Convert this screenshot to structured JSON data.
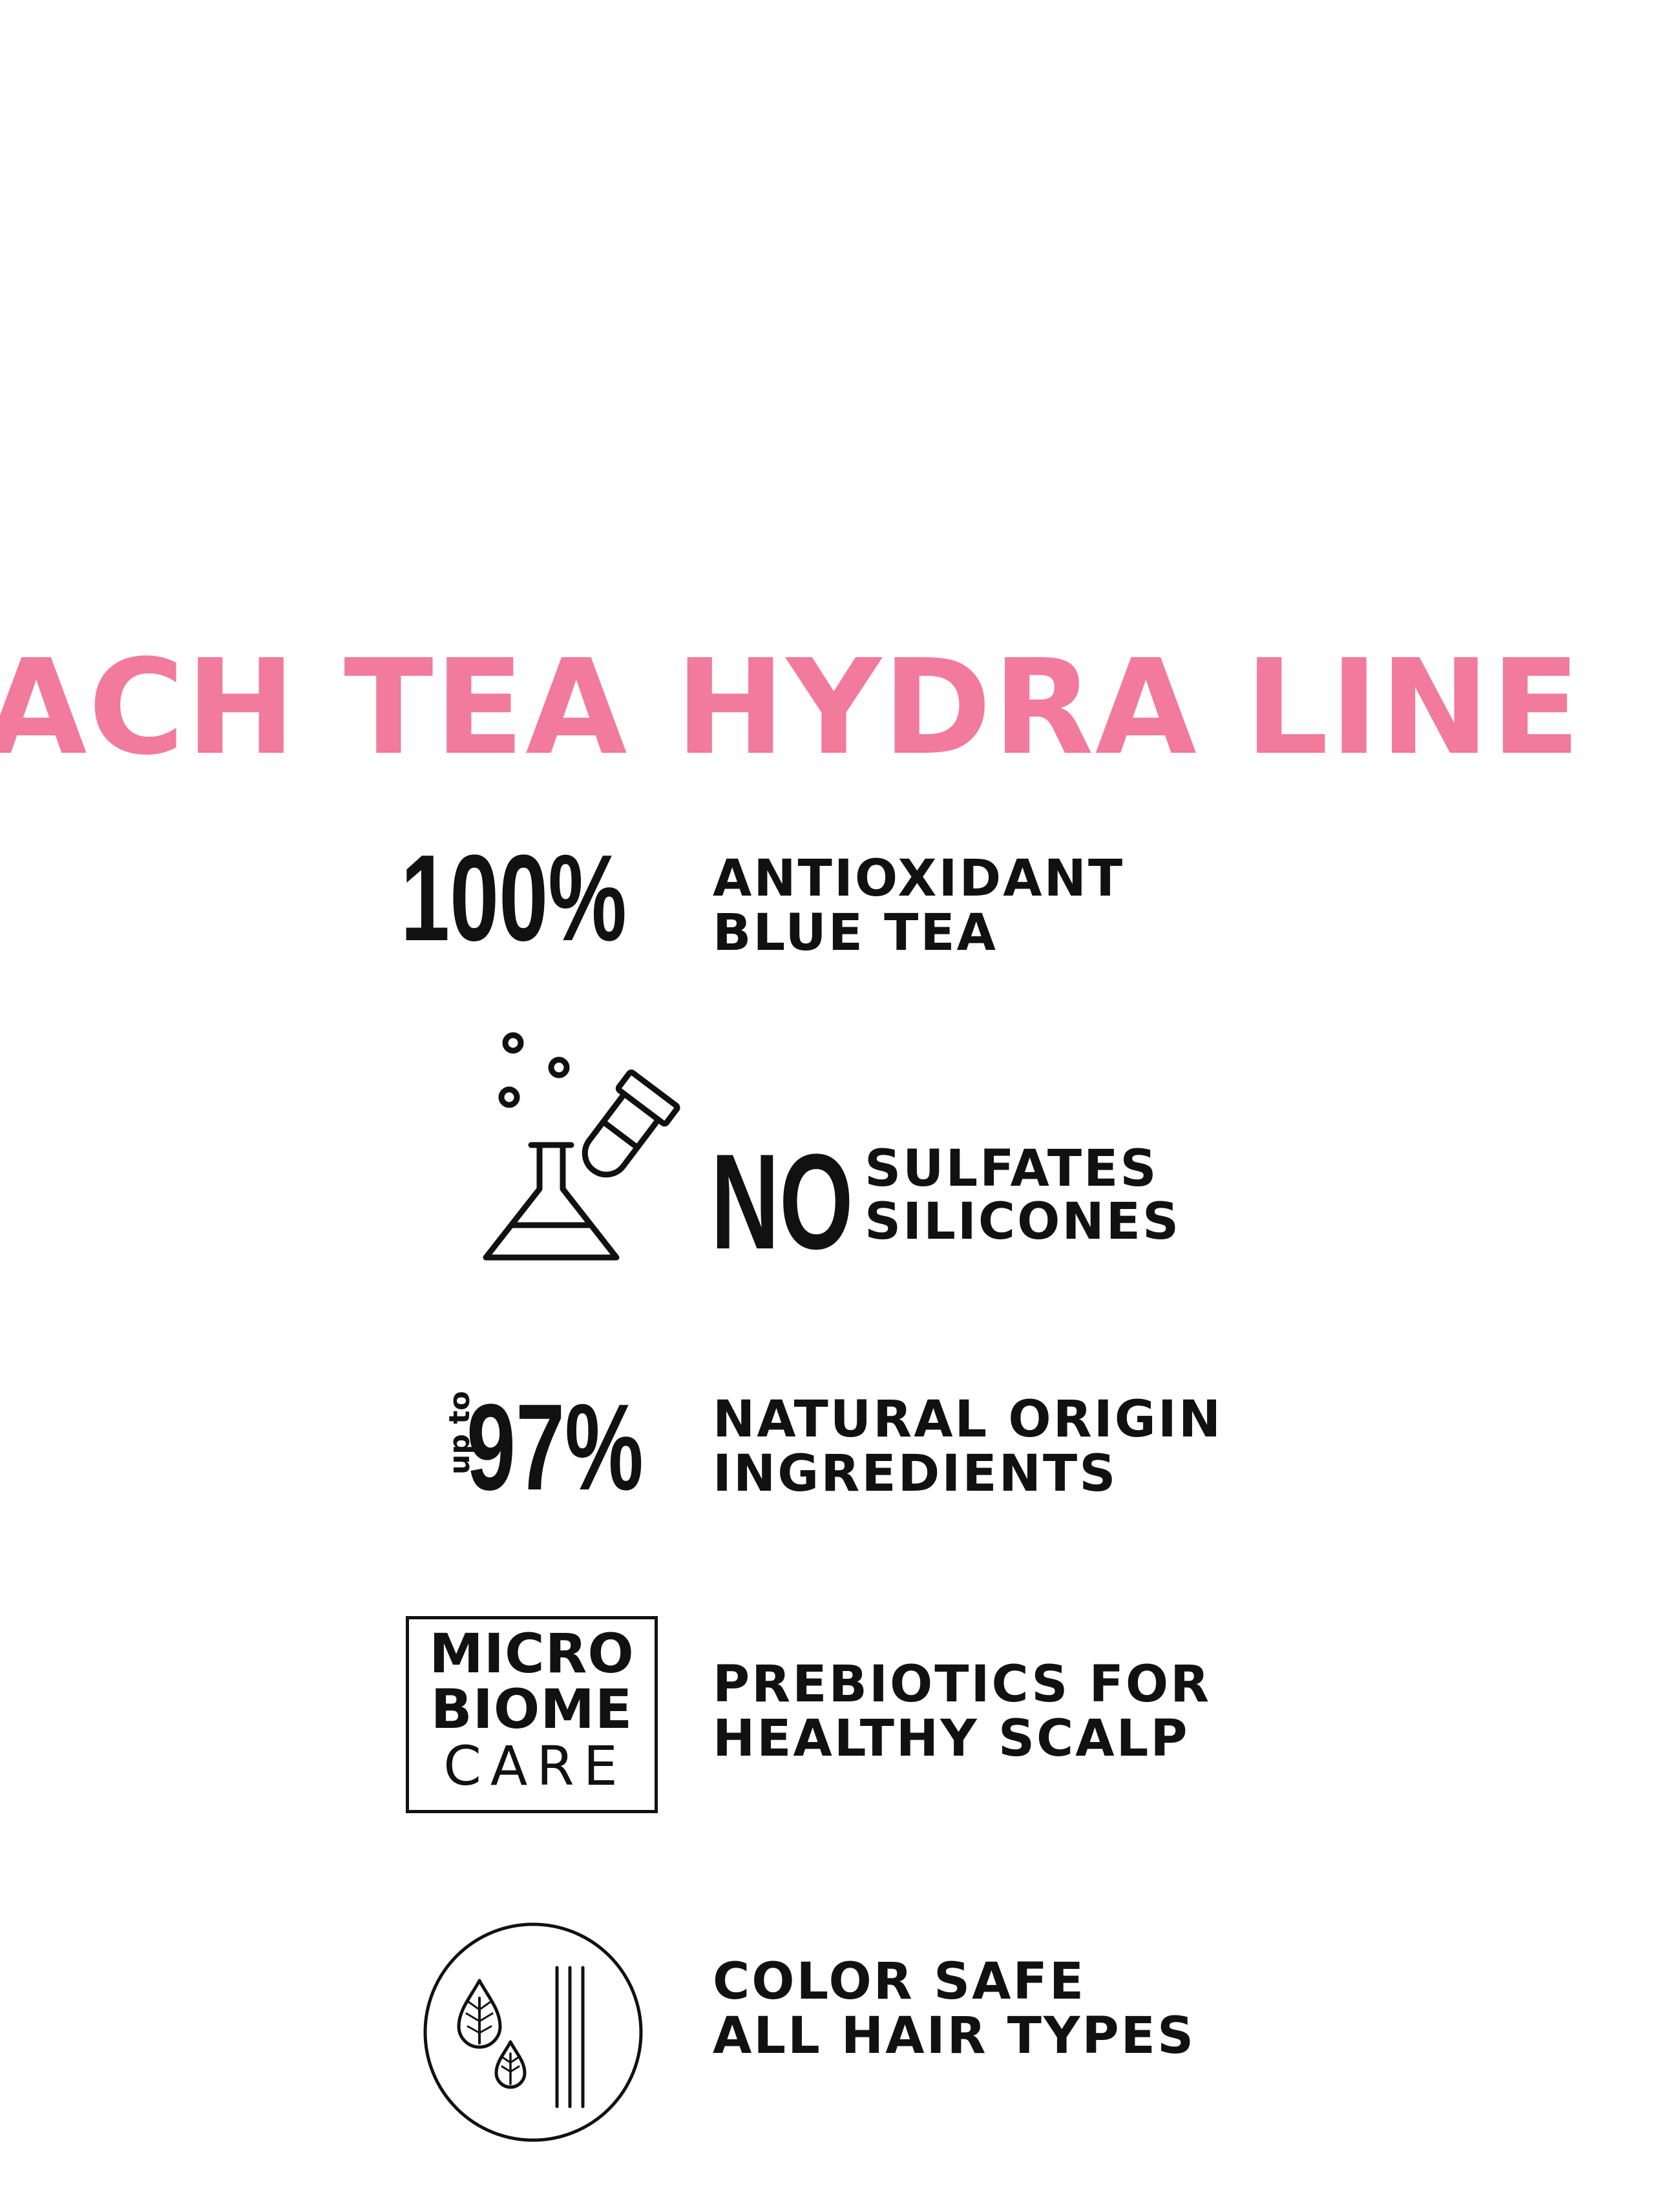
{
  "headline": "PEACH TEA HYDRA LINE",
  "features": [
    {
      "badge": "100%",
      "lines": [
        "ANTIOXIDANT",
        "BLUE TEA"
      ]
    },
    {
      "icon": "chemistry-flask-test-tube-icon",
      "badge": "NO",
      "lines": [
        "SULFATES",
        "SILICONES"
      ]
    },
    {
      "badge_prefix": "up to",
      "badge": "97%",
      "lines": [
        "NATURAL ORIGIN",
        "INGREDIENTS"
      ]
    },
    {
      "badge_lines": [
        "MICRO",
        "BIOME",
        "CARE"
      ],
      "lines": [
        "PREBIOTICS FOR",
        "HEALTHY SCALP"
      ]
    },
    {
      "icon": "color-drops-hair-strands-icon",
      "lines": [
        "COLOR SAFE",
        "ALL HAIR TYPES"
      ]
    }
  ],
  "colors": {
    "accent": "#f27a9c",
    "text": "#111111",
    "background": "#ffffff"
  }
}
